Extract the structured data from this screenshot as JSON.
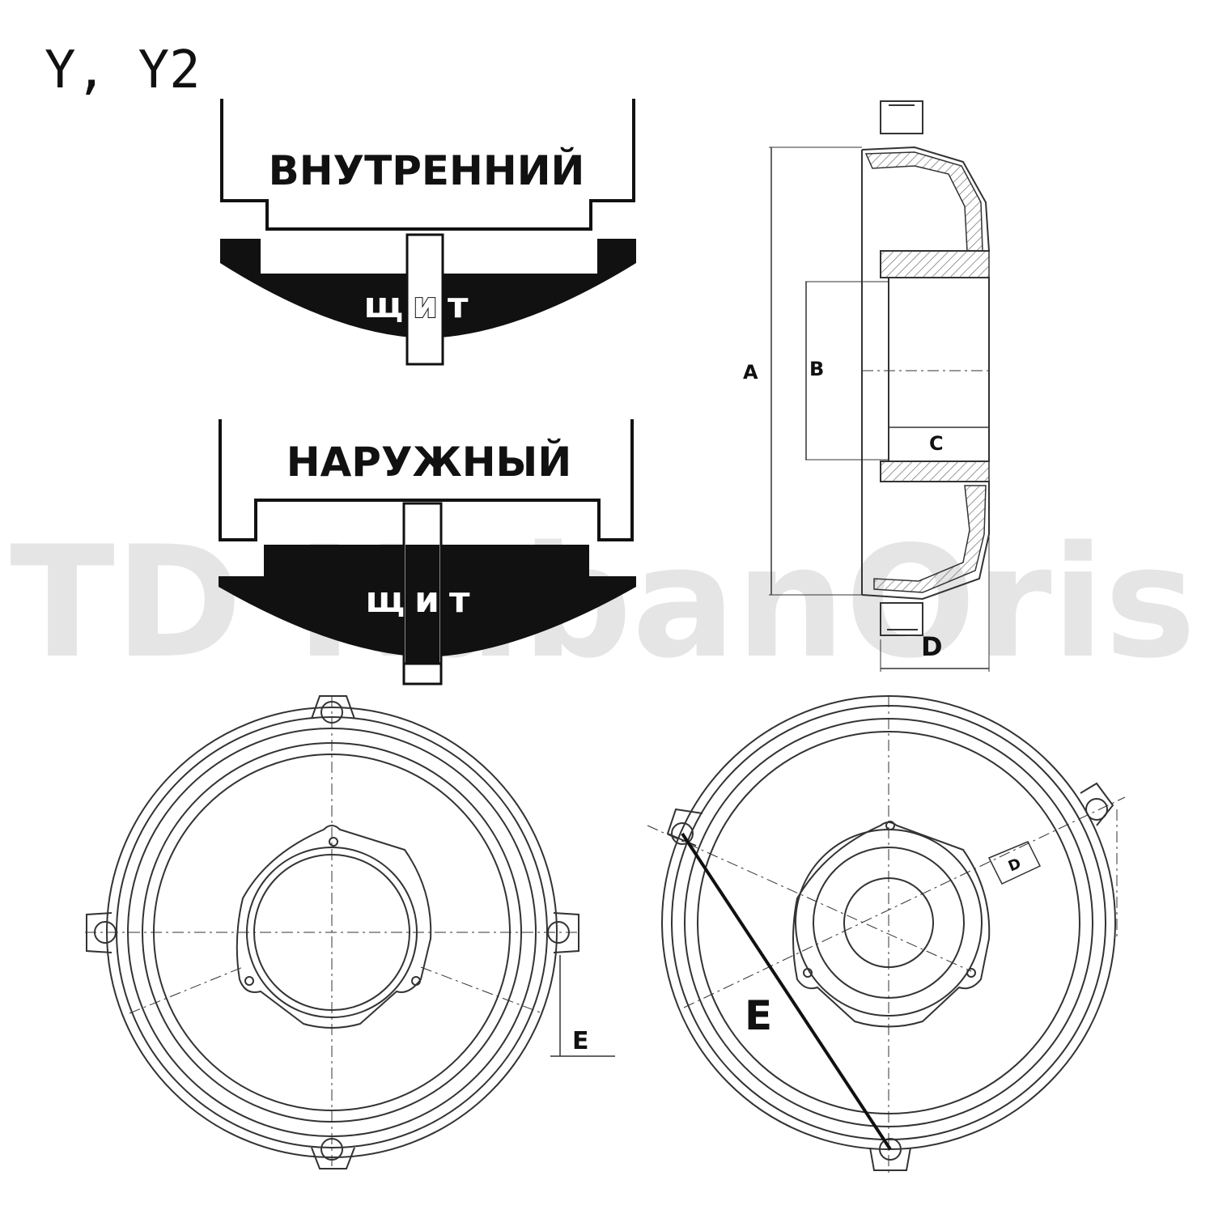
{
  "header": {
    "title": "Y, Y2"
  },
  "watermark": {
    "text": "TD KubanOris"
  },
  "mount_inner": {
    "label": "ВНУТРЕННИЙ",
    "shield": "щит"
  },
  "mount_outer": {
    "label": "НАРУЖНЫЙ",
    "shield": "щит"
  },
  "section_view": {
    "dim_a": "A",
    "dim_b": "B",
    "dim_c": "C",
    "dim_d": "D"
  },
  "front_view": {
    "dim_e": "E"
  },
  "rear_view": {
    "dim_e": "E",
    "dim_d": "D"
  },
  "colors": {
    "ink": "#111111",
    "line": "#333333",
    "hatch": "#777777",
    "watermark": "#cfcfcf"
  }
}
